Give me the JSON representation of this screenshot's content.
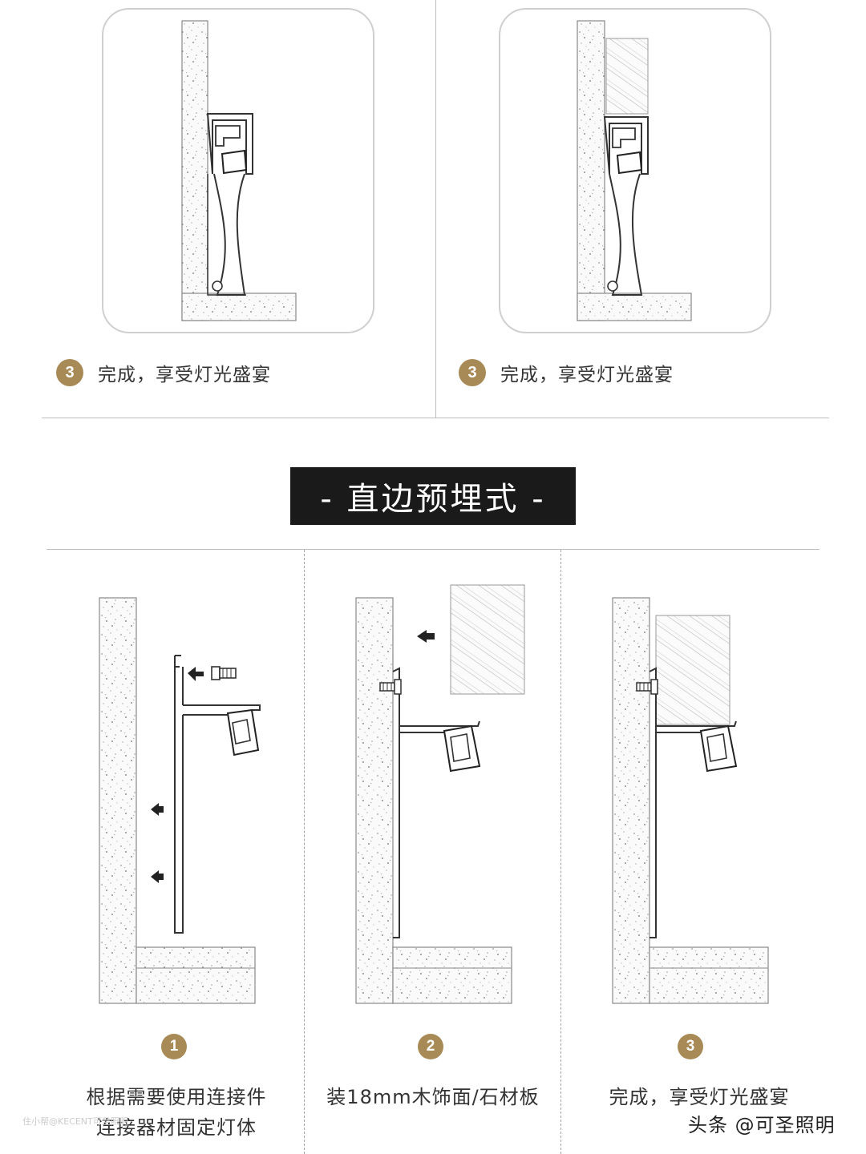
{
  "top_panels": [
    {
      "step_number": "3",
      "label": "完成，享受灯光盛宴"
    },
    {
      "step_number": "3",
      "label": "完成，享受灯光盛宴"
    }
  ],
  "section": {
    "title": "- 直边预埋式 -"
  },
  "bottom_steps": [
    {
      "step_number": "1",
      "caption_lines": [
        "根据需要使用连接件",
        "连接器材固定灯体"
      ]
    },
    {
      "step_number": "2",
      "caption_lines": [
        "装18mm木饰面/石材板"
      ]
    },
    {
      "step_number": "3",
      "caption_lines": [
        "完成，享受灯光盛宴"
      ]
    }
  ],
  "watermark": "头条 @可圣照明",
  "faint_watermark": "住小帮@KECENT可圣照明",
  "colors": {
    "badge": "#a88a57",
    "banner": "#1a1a1a",
    "card_border": "#cfcfcf"
  }
}
